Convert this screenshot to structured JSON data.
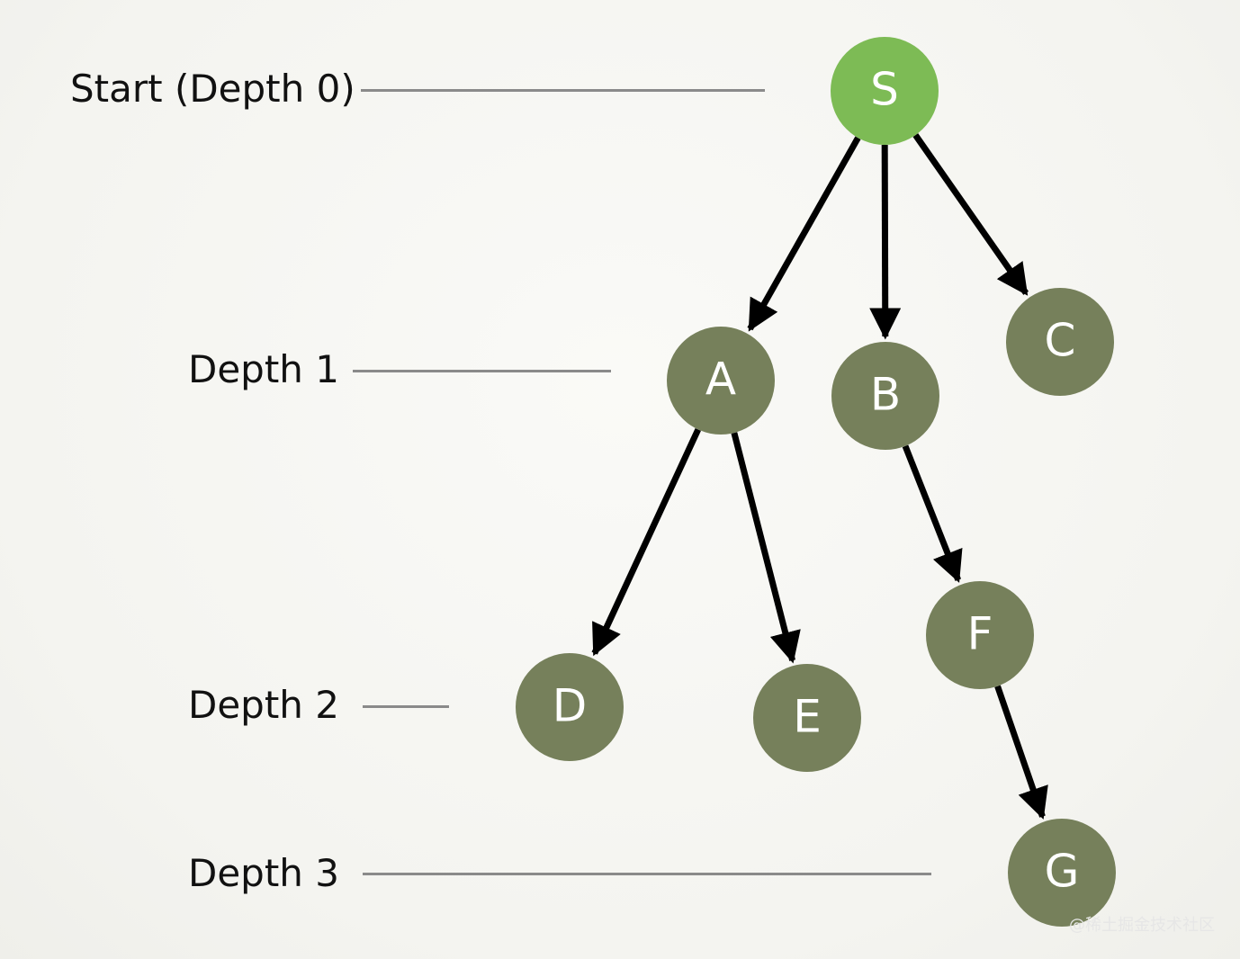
{
  "levels": {
    "depth0": "Start (Depth 0)",
    "depth1": "Depth 1",
    "depth2": "Depth 2",
    "depth3": "Depth 3"
  },
  "nodes": {
    "S": "S",
    "A": "A",
    "B": "B",
    "C": "C",
    "D": "D",
    "E": "E",
    "F": "F",
    "G": "G"
  },
  "edges": [
    [
      "S",
      "A"
    ],
    [
      "S",
      "B"
    ],
    [
      "S",
      "C"
    ],
    [
      "A",
      "D"
    ],
    [
      "A",
      "E"
    ],
    [
      "B",
      "F"
    ],
    [
      "F",
      "G"
    ]
  ],
  "colors": {
    "start": "#7dbb55",
    "node": "#76805b",
    "edge": "#000000"
  },
  "watermark": "@稀土掘金技术社区"
}
